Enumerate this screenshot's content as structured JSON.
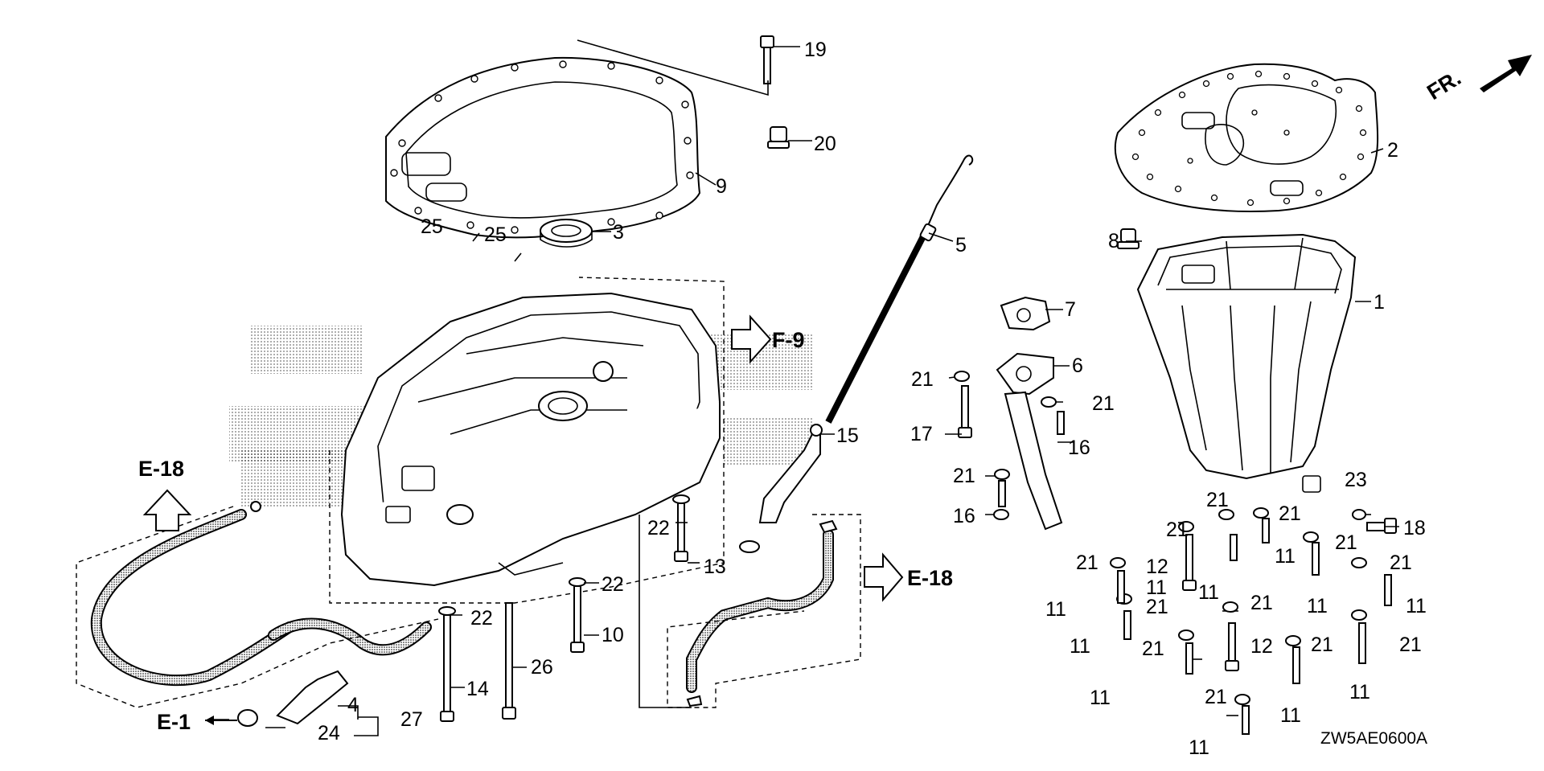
{
  "parts": {
    "p1": "1",
    "p2": "2",
    "p3": "3",
    "p4": "4",
    "p5": "5",
    "p6": "6",
    "p7": "7",
    "p8": "8",
    "p9": "9",
    "p10": "10",
    "p11": "11",
    "p12": "12",
    "p13": "13",
    "p14": "14",
    "p15": "15",
    "p16": "16",
    "p17": "17",
    "p18": "18",
    "p19": "19",
    "p20": "20",
    "p21": "21",
    "p22": "22",
    "p23": "23",
    "p24": "24",
    "p25": "25",
    "p26": "26",
    "p27": "27"
  },
  "refs": {
    "e18_left": "E-18",
    "e18_right": "E-18",
    "f9": "F-9",
    "e1": "E-1"
  },
  "front_label": "FR.",
  "diagram_code": "ZW5AE0600A"
}
